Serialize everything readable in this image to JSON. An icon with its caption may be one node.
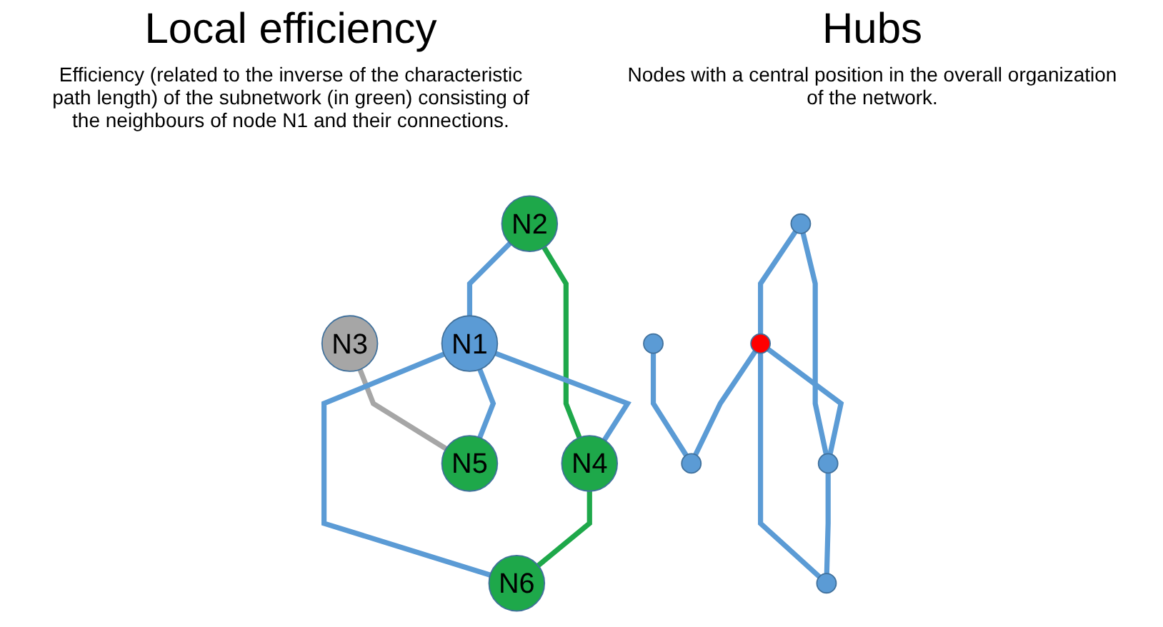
{
  "diagram": {
    "nodes": [
      {
        "text": [
          "N2"
        ]
      },
      {
        "text": [
          "N3"
        ]
      },
      {
        "text": [
          "N1"
        ]
      },
      {
        "text": [
          "N4"
        ]
      },
      {
        "text": [
          "N5"
        ]
      },
      {
        "text": [
          "N6"
        ]
      },
      {
        "text": [],
        "shape": "circle"
      },
      {
        "text": [],
        "shape": "circle"
      },
      {
        "text": [],
        "shape": "circle"
      },
      {
        "text": [],
        "shape": "circle"
      },
      {
        "text": [],
        "shape": "circle"
      },
      {
        "text": [],
        "shape": "circle"
      }
    ],
    "edges": [
      {
        "from": 0,
        "to": 2,
        "arrow": "none"
      },
      {
        "from": 0,
        "to": 3,
        "arrow": "none",
        "color": "#1ea84a"
      },
      {
        "from": 1,
        "to": 4,
        "arrow": "none",
        "color": "#a6a6a6"
      },
      {
        "from": 2,
        "to": 3,
        "arrow": "none"
      },
      {
        "from": 2,
        "to": 5,
        "arrow": "none"
      },
      {
        "from": 2,
        "to": 4,
        "arrow": "none"
      },
      {
        "from": 3,
        "to": 5,
        "arrow": "none",
        "color": "#1ea84a"
      },
      {
        "from": 6,
        "to": 8,
        "arrow": "none"
      },
      {
        "from": 6,
        "to": 9,
        "arrow": "none"
      },
      {
        "from": 7,
        "to": 10,
        "arrow": "none"
      },
      {
        "from": 8,
        "to": 9,
        "arrow": "none"
      },
      {
        "from": 8,
        "to": 11,
        "arrow": "none"
      },
      {
        "from": 8,
        "to": 10,
        "arrow": "none"
      },
      {
        "from": 9,
        "to": 11,
        "arrow": "none"
      }
    ],
    "labels": [
      "Local efficiency",
      "Efficiency (related to the inverse of the characteristic path length) of the subnetwork (in green) consisting of the neighbours of node N1 and their connections.",
      "Hubs",
      "Nodes with a central position in the overall organization of the network."
    ]
  }
}
